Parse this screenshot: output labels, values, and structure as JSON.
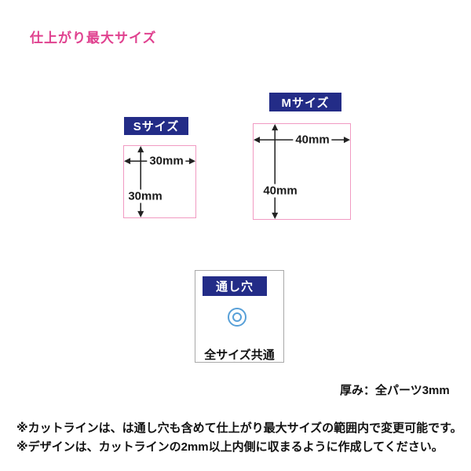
{
  "title": "仕上がり最大サイズ",
  "colors": {
    "title_pink": "#e0418f",
    "badge_navy": "#232c87",
    "outline_pink": "#f19ac2",
    "hole_blue": "#58a0d8",
    "box_gray": "#a9a9a9"
  },
  "sizes": [
    {
      "label": "Sサイズ",
      "width_label": "30mm",
      "height_label": "30mm"
    },
    {
      "label": "Mサイズ",
      "width_label": "40mm",
      "height_label": "40mm"
    }
  ],
  "hole": {
    "label": "通し穴",
    "caption": "全サイズ共通"
  },
  "thickness_note": "厚み：全パーツ3mm",
  "notes": [
    "※カットラインは、は通し穴も含めて仕上がり最大サイズの範囲内で変更可能です。",
    "※デザインは、カットラインの2mm以上内側に収まるように作成してください。"
  ]
}
